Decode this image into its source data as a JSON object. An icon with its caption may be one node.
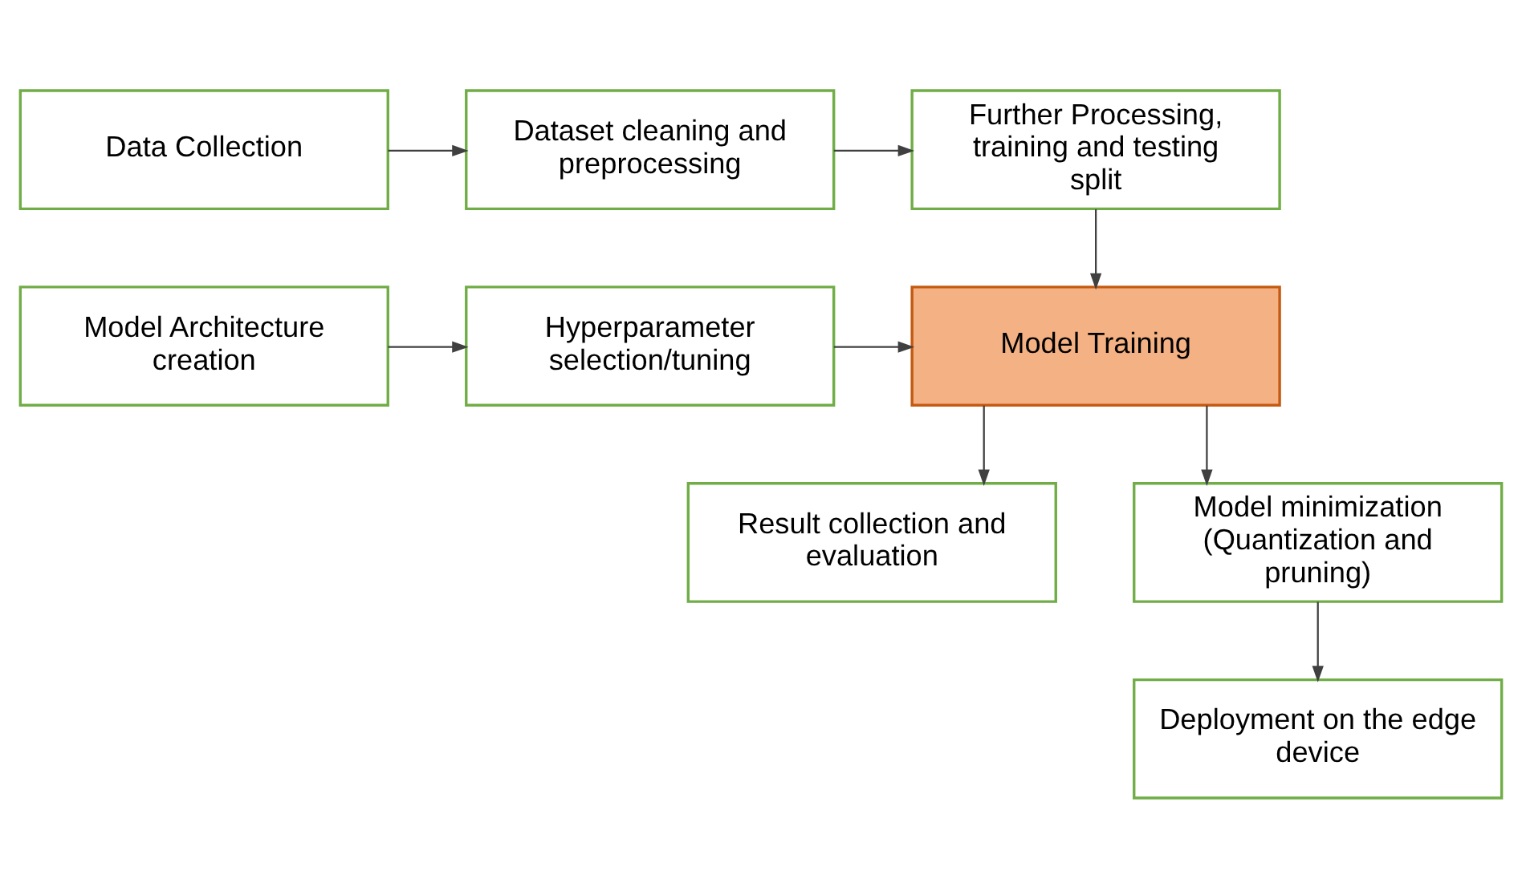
{
  "diagram": {
    "nodes": [
      {
        "text": [
          "Data Collection"
        ]
      },
      {
        "text": [
          "Dataset cleaning and preprocessing"
        ]
      },
      {
        "text": [
          "Further Processing, training and testing split"
        ]
      },
      {
        "text": [
          "Model Architecture creation"
        ]
      },
      {
        "text": [
          "Hyperparameter selection/tuning"
        ]
      },
      {
        "text": [
          "Model Training"
        ]
      },
      {
        "text": [
          "Result collection and evaluation"
        ]
      },
      {
        "text": [
          "Model minimization (Quantization and pruning)"
        ]
      },
      {
        "text": [
          "Deployment on the edge device"
        ]
      }
    ],
    "edges": [
      {
        "from": 0,
        "to": 1,
        "arrow": "to"
      },
      {
        "from": 1,
        "to": 2,
        "arrow": "to"
      },
      {
        "from": 2,
        "to": 5,
        "arrow": "to"
      },
      {
        "from": 3,
        "to": 4,
        "arrow": "to"
      },
      {
        "from": 4,
        "to": 5,
        "arrow": "to"
      },
      {
        "from": 5,
        "to": 6,
        "arrow": "to"
      },
      {
        "from": 5,
        "to": 7,
        "arrow": "to"
      },
      {
        "from": 7,
        "to": 8,
        "arrow": "to"
      }
    ]
  }
}
